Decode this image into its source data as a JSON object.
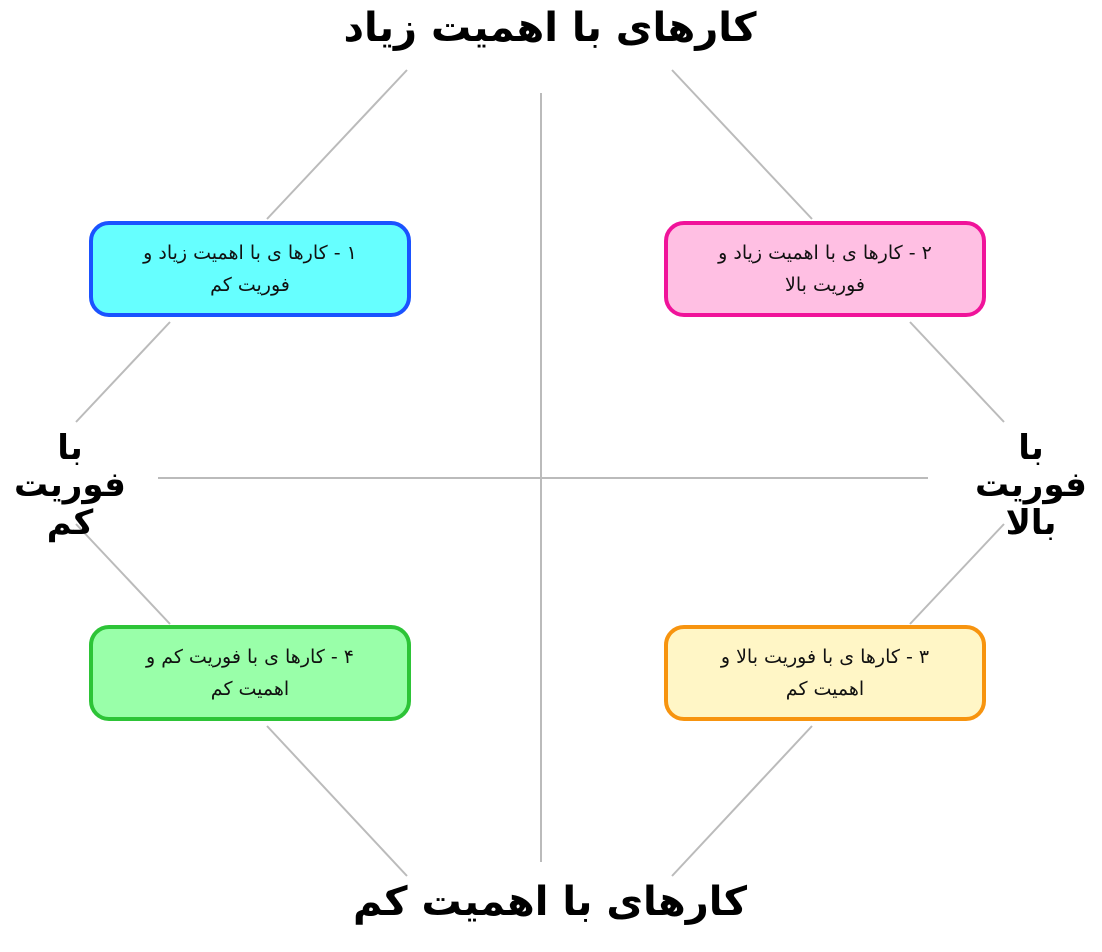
{
  "axis_labels": {
    "top": "کارهای با اهمیت زیاد",
    "bottom": "کارهای با اهمیت کم",
    "right": "با فوریت بالا",
    "left": "با فوریت کم"
  },
  "quadrants": [
    {
      "text": "۱ - کارها ی با اهمیت زیاد و فوریت کم",
      "bg": "#66ffff",
      "border": "#1a53ff"
    },
    {
      "text": "۲ - کارها ی با اهمیت زیاد و فوریت بالا",
      "bg": "#ffbfe3",
      "border": "#f0139a"
    },
    {
      "text": "۳ - کارها ی با فوریت بالا و اهمیت کم",
      "bg": "#fff6c6",
      "border": "#f7940f"
    },
    {
      "text": "۴ - کارها ی با فوریت کم و اهمیت کم",
      "bg": "#99ffa9",
      "border": "#2dc437"
    }
  ],
  "colors": {
    "lines": "#bbbbbb",
    "background": "#ffffff",
    "text": "#000000"
  }
}
